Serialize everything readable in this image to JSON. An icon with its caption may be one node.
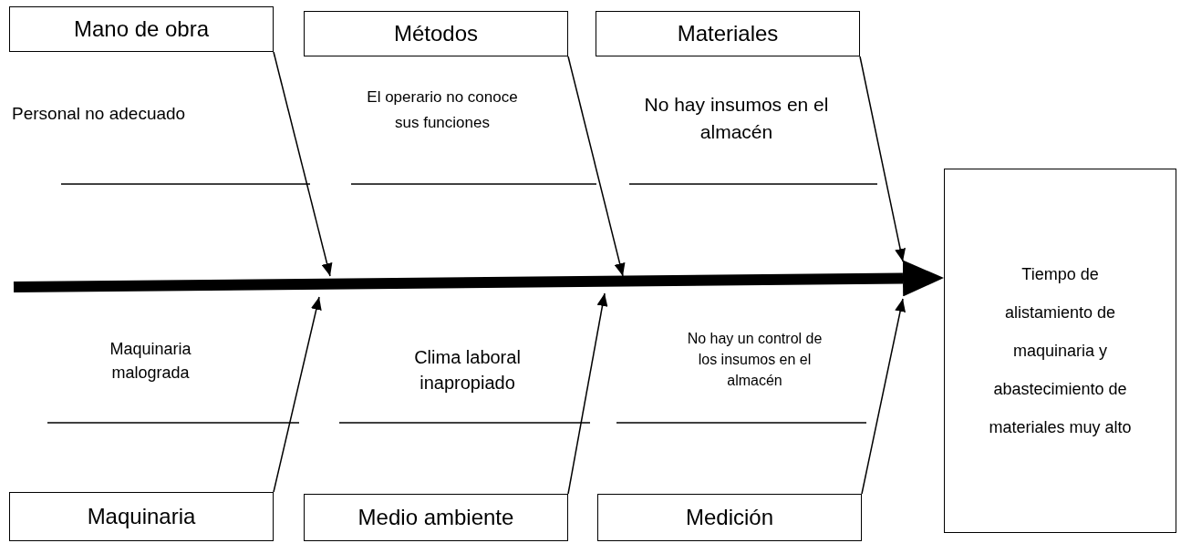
{
  "diagram": {
    "nodes": [
      {
        "text": [
          "Mano de obra"
        ]
      },
      {
        "text": [
          "Métodos"
        ]
      },
      {
        "text": [
          "Materiales"
        ]
      },
      {
        "text": [
          "Tiempo de alistamiento de maquinaria y abastecimiento de materiales muy alto"
        ]
      },
      {
        "text": [
          "Maquinaria"
        ]
      },
      {
        "text": [
          "Medio ambiente"
        ]
      },
      {
        "text": [
          "Medición"
        ]
      }
    ],
    "edges": [
      {
        "from": null,
        "to": 3,
        "arrow": "to",
        "style": "thick"
      },
      {
        "from": 0,
        "to": null,
        "arrow": "to"
      },
      {
        "from": 1,
        "to": null,
        "arrow": "to"
      },
      {
        "from": 2,
        "to": null,
        "arrow": "to"
      },
      {
        "from": 4,
        "to": null,
        "arrow": "to"
      },
      {
        "from": 5,
        "to": null,
        "arrow": "to"
      },
      {
        "from": 6,
        "to": null,
        "arrow": "to"
      }
    ],
    "labels": [
      "Personal no adecuado",
      "El operario no conoce sus funciones",
      "No hay insumos en el almacén",
      "Maquinaria malograda",
      "Clima laboral inapropiado",
      "No hay un control de los insumos en el almacén"
    ]
  }
}
